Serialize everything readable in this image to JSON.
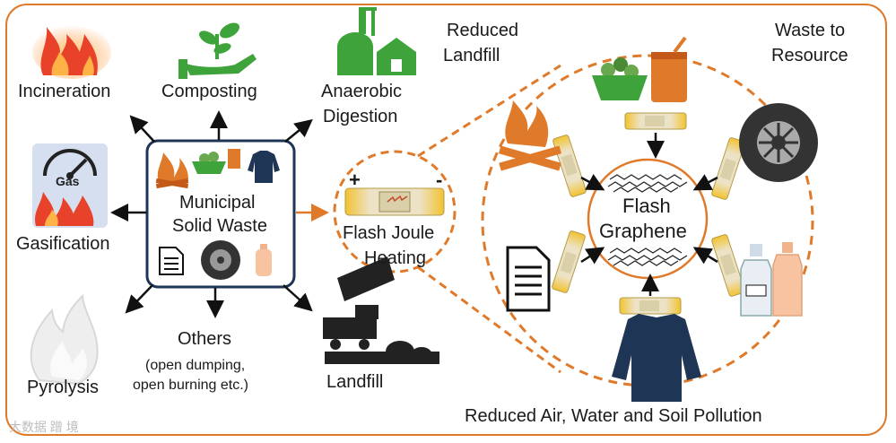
{
  "diagram": {
    "center_label": [
      "Municipal",
      "Solid Waste"
    ],
    "outcomes": {
      "incineration": "Incineration",
      "composting": "Composting",
      "anaerobic": [
        "Anaerobic",
        "Digestion"
      ],
      "gasification": "Gasification",
      "pyrolysis": "Pyrolysis",
      "others": [
        "Others",
        "(open dumping,",
        "open burning etc.)"
      ],
      "landfill": "Landfill"
    },
    "gas_label": "Gas",
    "fjh_label": [
      "Flash Joule",
      "Heating"
    ],
    "reduced_landfill": [
      "Reduced",
      "Landfill"
    ],
    "waste_to_resource": [
      "Waste to",
      "Resource"
    ],
    "flash_graphene": [
      "Flash",
      "Graphene"
    ],
    "reduced_pollution": "Reduced Air, Water and Soil Pollution",
    "plus": "+",
    "minus": "-",
    "watermark": "大数据 蹭 境"
  },
  "colors": {
    "accent_orange": "#e07a2b",
    "navy": "#1f3556",
    "green": "#3fa33b",
    "yellow": "#f2c230",
    "fire_red": "#e8432a"
  },
  "icons": [
    "fire-icon",
    "plant-hand-icon",
    "biogas-plant-icon",
    "gauge-icon",
    "flame-icon",
    "dump-truck-icon",
    "food-bowl-icon",
    "tire-icon",
    "document-icon",
    "shirt-icon",
    "bottle-icon",
    "battery-icon",
    "graphene-icon"
  ]
}
